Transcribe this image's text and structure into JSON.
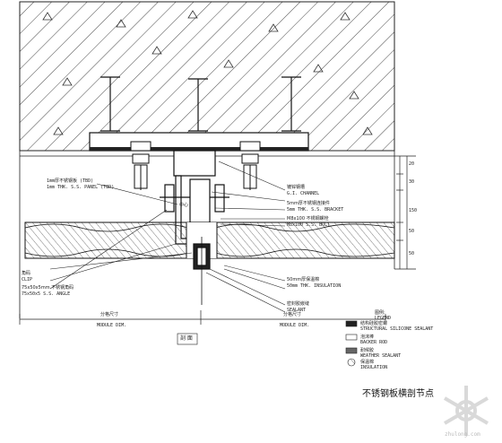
{
  "drawing": {
    "title": "不锈钢板横剖节点",
    "section_mark": "剖 面"
  },
  "left_annotations": {
    "panel_line1": "1mm厚不锈钢板 (TBD)",
    "panel_line2": "1mm THK. S.S. PANEL (TBD)",
    "clip_cn": "角码",
    "clip_en": "CLIP",
    "angle_cn": "75x50x5mm 不锈钢角码",
    "angle_en": "75x50x5 S.S. ANGLE"
  },
  "right_annotations": {
    "channel_cn": "镀锌钢槽",
    "channel_en": "G.I. CHANNEL",
    "bracket_cn": "5mm厚不锈钢连接件",
    "bracket_en": "5mm THK. S.S. BRACKET",
    "bolt_cn": "M8x100 不锈钢螺栓",
    "bolt_en": "M8x100 S.S. BOLT",
    "insul_cn": "50mm厚保温棉",
    "insul_en": "50mm THK. INSULATION",
    "joint_cn": "密封胶嵌缝",
    "joint_en": "SEALANT"
  },
  "dimensions": {
    "left_width": "分格尺寸",
    "left_module": "MODULE DIM.",
    "right_width": "分格尺寸",
    "right_module": "MODULE DIM.",
    "v_top": "20",
    "v_mid": "30",
    "v_total": "150",
    "v_b1": "50",
    "v_b2": "50",
    "center": "中心"
  },
  "legend": {
    "heading": "图例:",
    "heading_en": "LEGEND",
    "items": [
      {
        "cn": "结构硅胶密封",
        "en": "STRUCTURAL SILICONE SEALANT"
      },
      {
        "cn": "泡沫棒",
        "en": "BACKER ROD"
      },
      {
        "cn": "耐候胶",
        "en": "WEATHER SEALANT"
      },
      {
        "cn": "保温棉",
        "en": "INSULATION"
      }
    ]
  },
  "watermark": "zhulong.com"
}
